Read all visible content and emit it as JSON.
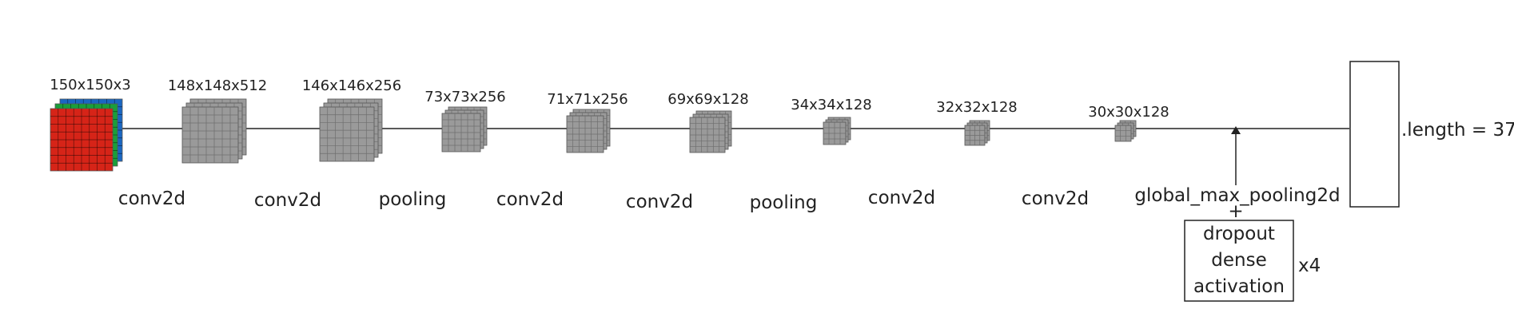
{
  "layers": [
    {
      "dims": "150x150x3",
      "kind": "input",
      "colors": [
        "#d62418",
        "#1a9e3a",
        "#1a67c2"
      ]
    },
    {
      "dims": "148x148x512",
      "kind": "feature"
    },
    {
      "dims": "146x146x256",
      "kind": "feature"
    },
    {
      "dims": "73x73x256",
      "kind": "feature"
    },
    {
      "dims": "71x71x256",
      "kind": "feature"
    },
    {
      "dims": "69x69x128",
      "kind": "feature"
    },
    {
      "dims": "34x34x128",
      "kind": "feature"
    },
    {
      "dims": "32x32x128",
      "kind": "feature"
    },
    {
      "dims": "30x30x128",
      "kind": "feature"
    }
  ],
  "operations": [
    "conv2d",
    "conv2d",
    "pooling",
    "conv2d",
    "conv2d",
    "pooling",
    "conv2d",
    "conv2d"
  ],
  "head": {
    "global_pool_label": "global_max_pooling2d",
    "plus": "+",
    "block_lines": [
      "dropout",
      "dense",
      "activation"
    ],
    "repeat": "x4"
  },
  "output": {
    "label": ".length = 37"
  },
  "colors": {
    "feature_fill": "#9a9a9a",
    "feature_grid": "#6e6e6e",
    "line": "#222222"
  }
}
